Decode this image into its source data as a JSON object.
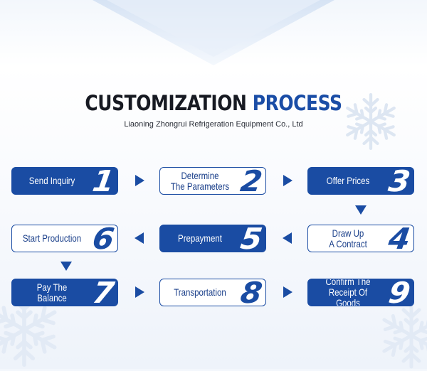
{
  "title": {
    "main": "CUSTOMIZATION",
    "accent": "PROCESS"
  },
  "subtitle": "Liaoning Zhongrui Refrigeration Equipment Co., Ltd",
  "steps": [
    {
      "label": "Send Inquiry",
      "num": "1",
      "style": "filled"
    },
    {
      "label": "Determine\nThe Parameters",
      "num": "2",
      "style": "outline"
    },
    {
      "label": "Offer Prices",
      "num": "3",
      "style": "filled"
    },
    {
      "label": "Draw Up\nA Contract",
      "num": "4",
      "style": "outline"
    },
    {
      "label": "Prepayment",
      "num": "5",
      "style": "filled"
    },
    {
      "label": "Start Production",
      "num": "6",
      "style": "outline"
    },
    {
      "label": "Pay The Balance",
      "num": "7",
      "style": "filled"
    },
    {
      "label": "Transportation",
      "num": "8",
      "style": "outline"
    },
    {
      "label": "Confirm The\nReceipt Of Goods",
      "num": "9",
      "style": "filled"
    }
  ],
  "colors": {
    "accent": "#1a4ca3",
    "title": "#171a22"
  },
  "icons": [
    "snowflake-icon",
    "arrow-right-icon",
    "arrow-left-icon",
    "arrow-down-icon"
  ]
}
